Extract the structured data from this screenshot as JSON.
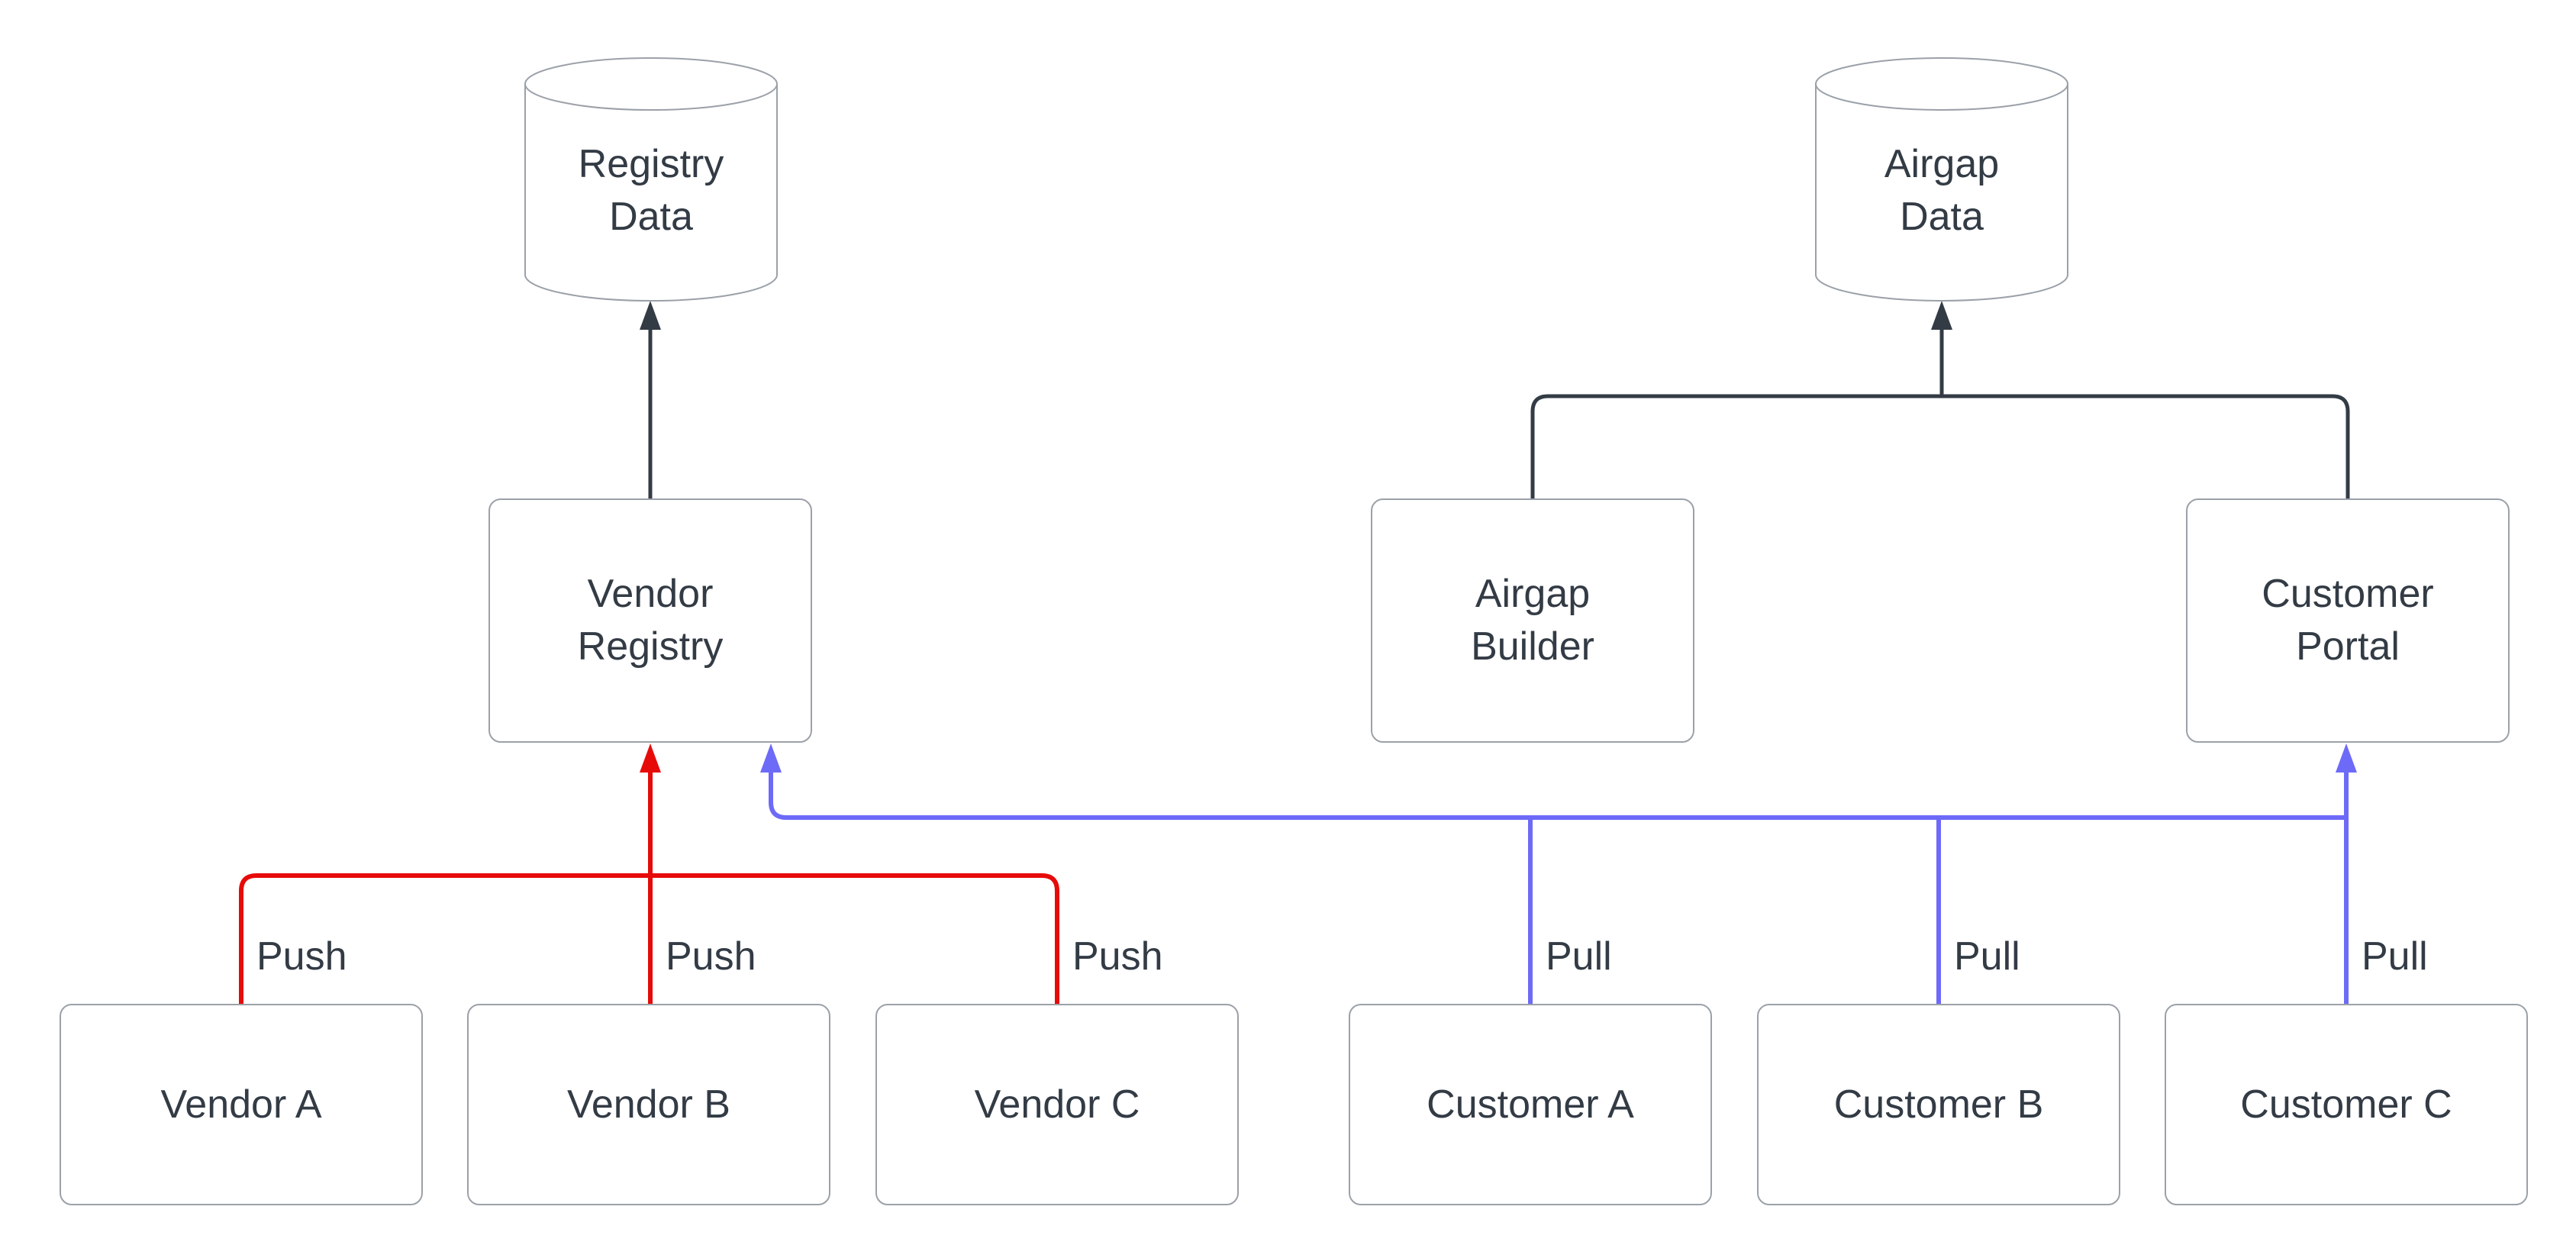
{
  "diagram": {
    "colors": {
      "node_fill": "#ffffff",
      "node_border": "#9ba1a8",
      "text": "#333b45",
      "dark_edge": "#333b45",
      "push_edge": "#e60b09",
      "pull_edge": "#6d6af8"
    },
    "datastores": [
      {
        "id": "registry-data",
        "lines": [
          "Registry",
          "Data"
        ]
      },
      {
        "id": "airgap-data",
        "lines": [
          "Airgap",
          "Data"
        ]
      }
    ],
    "services": [
      {
        "id": "vendor-registry",
        "lines": [
          "Vendor",
          "Registry"
        ]
      },
      {
        "id": "airgap-builder",
        "lines": [
          "Airgap",
          "Builder"
        ]
      },
      {
        "id": "customer-portal",
        "lines": [
          "Customer",
          "Portal"
        ]
      }
    ],
    "actors": [
      {
        "id": "vendor-a",
        "label": "Vendor A"
      },
      {
        "id": "vendor-b",
        "label": "Vendor B"
      },
      {
        "id": "vendor-c",
        "label": "Vendor C"
      },
      {
        "id": "customer-a",
        "label": "Customer A"
      },
      {
        "id": "customer-b",
        "label": "Customer B"
      },
      {
        "id": "customer-c",
        "label": "Customer C"
      }
    ],
    "edge_labels": {
      "push_a": "Push",
      "push_b": "Push",
      "push_c": "Push",
      "pull_a": "Pull",
      "pull_b": "Pull",
      "pull_c": "Pull"
    }
  }
}
